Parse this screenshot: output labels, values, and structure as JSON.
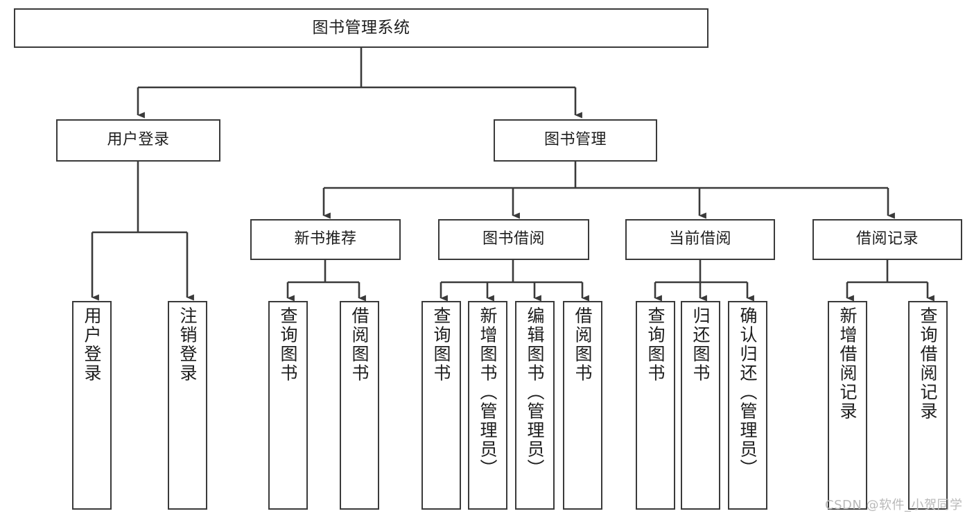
{
  "diagram": {
    "type": "tree-hierarchy-chart",
    "title": "图书管理系统",
    "orientation": "top-down",
    "line_color": "#3a3a3a",
    "box_fill": "#ffffff",
    "text_color": "#1d1d1d"
  },
  "nodes": {
    "root": {
      "label": "图书管理系统"
    },
    "level2": [
      {
        "label": "用户登录"
      },
      {
        "label": "图书管理"
      }
    ],
    "level3": [
      {
        "label": "新书推荐"
      },
      {
        "label": "图书借阅"
      },
      {
        "label": "当前借阅"
      },
      {
        "label": "借阅记录"
      }
    ],
    "leaves_user_login": [
      {
        "label": "用户登录"
      },
      {
        "label": "注销登录"
      }
    ],
    "leaves_new_books": [
      {
        "label": "查询图书"
      },
      {
        "label": "借阅图书"
      }
    ],
    "leaves_borrow": [
      {
        "label": "查询图书"
      },
      {
        "label": "新增图书（管理员）"
      },
      {
        "label": "编辑图书（管理员）"
      },
      {
        "label": "借阅图书"
      }
    ],
    "leaves_current": [
      {
        "label": "查询图书"
      },
      {
        "label": "归还图书"
      },
      {
        "label": "确认归还（管理员）"
      }
    ],
    "leaves_records": [
      {
        "label": "新增借阅记录"
      },
      {
        "label": "查询借阅记录"
      }
    ]
  },
  "watermark": {
    "text": "CSDN @软件_小贺同学"
  }
}
